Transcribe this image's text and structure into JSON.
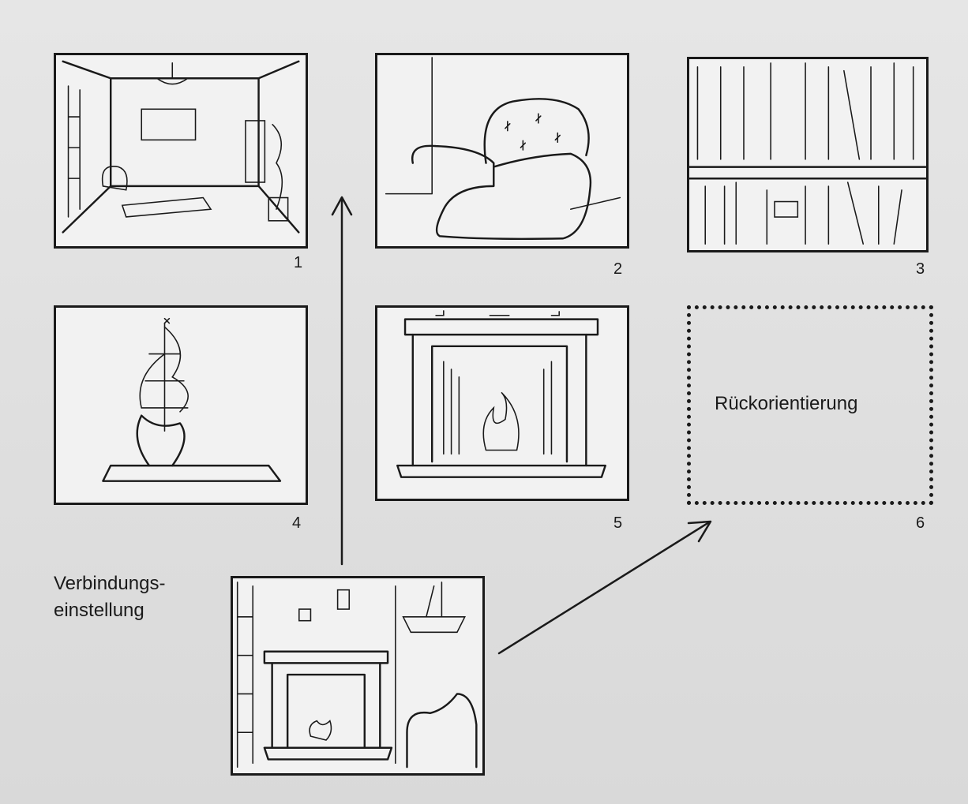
{
  "panels": [
    {
      "number": "1",
      "subject": "room-overview"
    },
    {
      "number": "2",
      "subject": "armchair"
    },
    {
      "number": "3",
      "subject": "bookshelf"
    },
    {
      "number": "4",
      "subject": "ship-model"
    },
    {
      "number": "5",
      "subject": "fireplace"
    },
    {
      "number": "6",
      "subject": "placeholder"
    }
  ],
  "placeholder_label": "Rückorientierung",
  "connection_label_line1": "Verbindungs-",
  "connection_label_line2": "einstellung",
  "colors": {
    "ink": "#1a1a1a",
    "paper": "#e2e2e2"
  }
}
